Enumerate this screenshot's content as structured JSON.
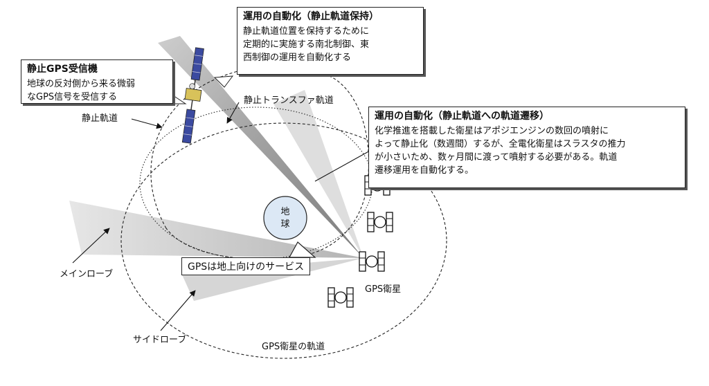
{
  "callouts": {
    "gps_receiver": {
      "title": "静止GPS受信機",
      "body": "地球の反対側から来る微弱\nなGPS信号を受信する"
    },
    "stationkeeping": {
      "title": "運用の自動化（静止軌道保持）",
      "body": "静止軌道位置を保持するために\n定期的に実施する南北制御、東\n西制御の運用を自動化する"
    },
    "transfer": {
      "title": "運用の自動化（静止軌道への軌道遷移）",
      "body": "化学推進を搭載した衛星はアポジエンジンの数回の噴射に\nよって静止化（数週間）するが、全電化衛星はスラスタの推力\nが小さいため、数ヶ月間に渡って噴射する必要がある。軌道\n遷移運用を自動化する。"
    }
  },
  "labels": {
    "geo_orbit": "静止軌道",
    "transfer_orbit": "静止トランスファ軌道",
    "earth_line1": "地",
    "earth_line2": "球",
    "gps_service": "GPSは地上向けのサービス",
    "main_lobe": "メインローブ",
    "side_lobe": "サイドローブ",
    "gps_satellite": "GPS衛星",
    "gps_orbit": "GPS衛星の軌道"
  },
  "colors": {
    "beam_main": "#7a7a7a",
    "beam_light": "#d4d4d4",
    "earth_fill": "#dce8f5",
    "panel_blue": "#3b4aa0"
  },
  "icons": [
    "gps-satellite-icon",
    "geo-satellite-icon"
  ]
}
